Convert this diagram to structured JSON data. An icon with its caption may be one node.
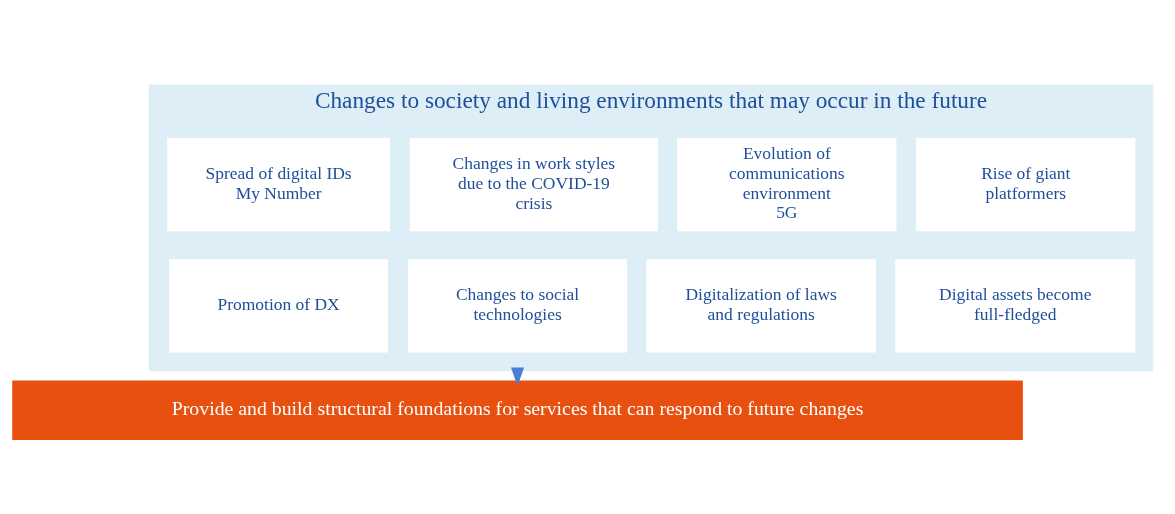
{
  "diagram": {
    "nodes": [
      {
        "text": [
          "Changes to society and living environments that may occur in the future"
        ]
      },
      {
        "text": [
          "Spread of digital IDs",
          "My Number"
        ],
        "in": 0
      },
      {
        "text": [
          "Changes in work styles due to the COVID-19 crisis"
        ],
        "in": 0
      },
      {
        "text": [
          "Evolution of communications environment",
          "5G"
        ],
        "in": 0
      },
      {
        "text": [
          "Rise of giant platformers"
        ],
        "in": 0
      },
      {
        "text": [
          "Promotion of DX"
        ],
        "in": 0
      },
      {
        "text": [
          "Changes to social technologies"
        ],
        "in": 0
      },
      {
        "text": [
          "Digitalization of laws and regulations"
        ],
        "in": 0
      },
      {
        "text": [
          "Digital assets become full-fledged"
        ],
        "in": 0
      },
      {
        "text": [
          "Provide and build structural foundations for services that can respond to future changes"
        ]
      }
    ],
    "edges": [
      {
        "from": 0,
        "to": 9,
        "arrow": "to"
      }
    ]
  }
}
